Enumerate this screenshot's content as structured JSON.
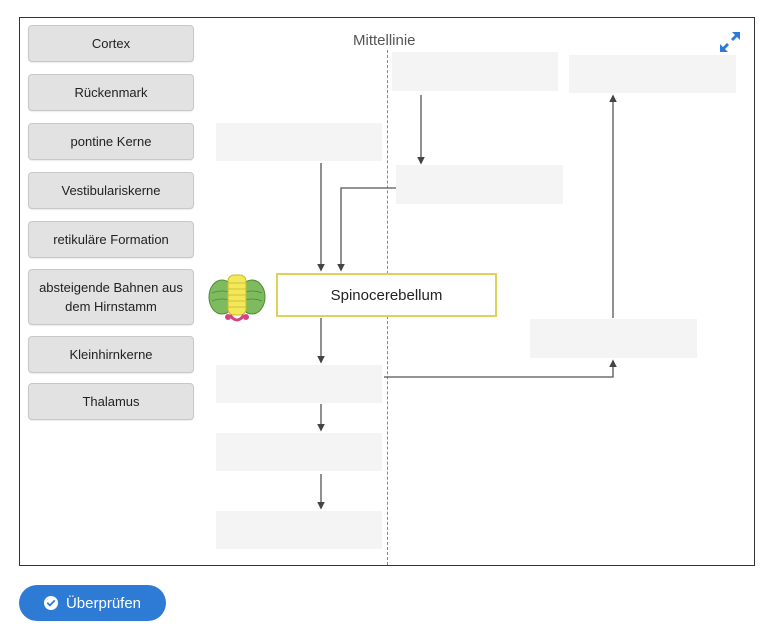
{
  "items": [
    {
      "label": "Cortex"
    },
    {
      "label": "Rückenmark"
    },
    {
      "label": "pontine Kerne"
    },
    {
      "label": "Vestibulariskerne"
    },
    {
      "label": "retikuläre Formation"
    },
    {
      "label": "absteigende Bahnen aus dem Hirnstamm"
    },
    {
      "label": "Kleinhirnkerne"
    },
    {
      "label": "Thalamus"
    }
  ],
  "diagram": {
    "midline_label": "Mittellinie",
    "center_label": "Spinocerebellum"
  },
  "button": {
    "label": "Überprüfen"
  },
  "icons": {
    "expand": "expand-icon",
    "check": "check-circle-icon",
    "cerebellum": "cerebellum-icon"
  },
  "colors": {
    "accent": "#2e7bd6",
    "target_border": "#e0d15a"
  }
}
